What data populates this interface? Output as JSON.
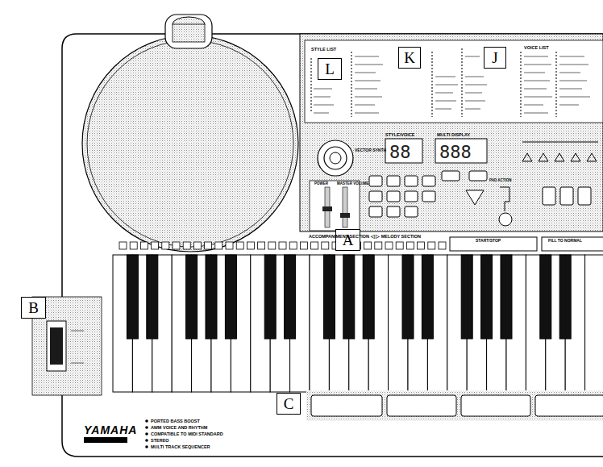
{
  "diagram": {
    "nodes": [
      {
        "text": [
          "L"
        ]
      },
      {
        "text": [
          "K"
        ]
      },
      {
        "text": [
          "J"
        ]
      },
      {
        "text": [
          "A"
        ]
      },
      {
        "text": [
          "B"
        ]
      },
      {
        "text": [
          "C"
        ]
      }
    ],
    "labels": [
      "STYLE LIST",
      "VOICE LIST",
      "VECTOR SYNTH",
      "STYLE/VOICE",
      "MULTI DISPLAY",
      "POWER",
      "MASTER VOLUME",
      "PAD ACTION",
      "START/STOP",
      "FILL TO NORMAL",
      "ACCOMPANIMENT SECTION ◁ ▷ MELODY SECTION",
      "YAMAHA",
      "PORTED BASS BOOST",
      "AWM VOICE AND RHYTHM",
      "COMPATIBLE TO MIDI STANDARD",
      "STEREO",
      "MULTI TRACK SEQUENCER"
    ]
  }
}
